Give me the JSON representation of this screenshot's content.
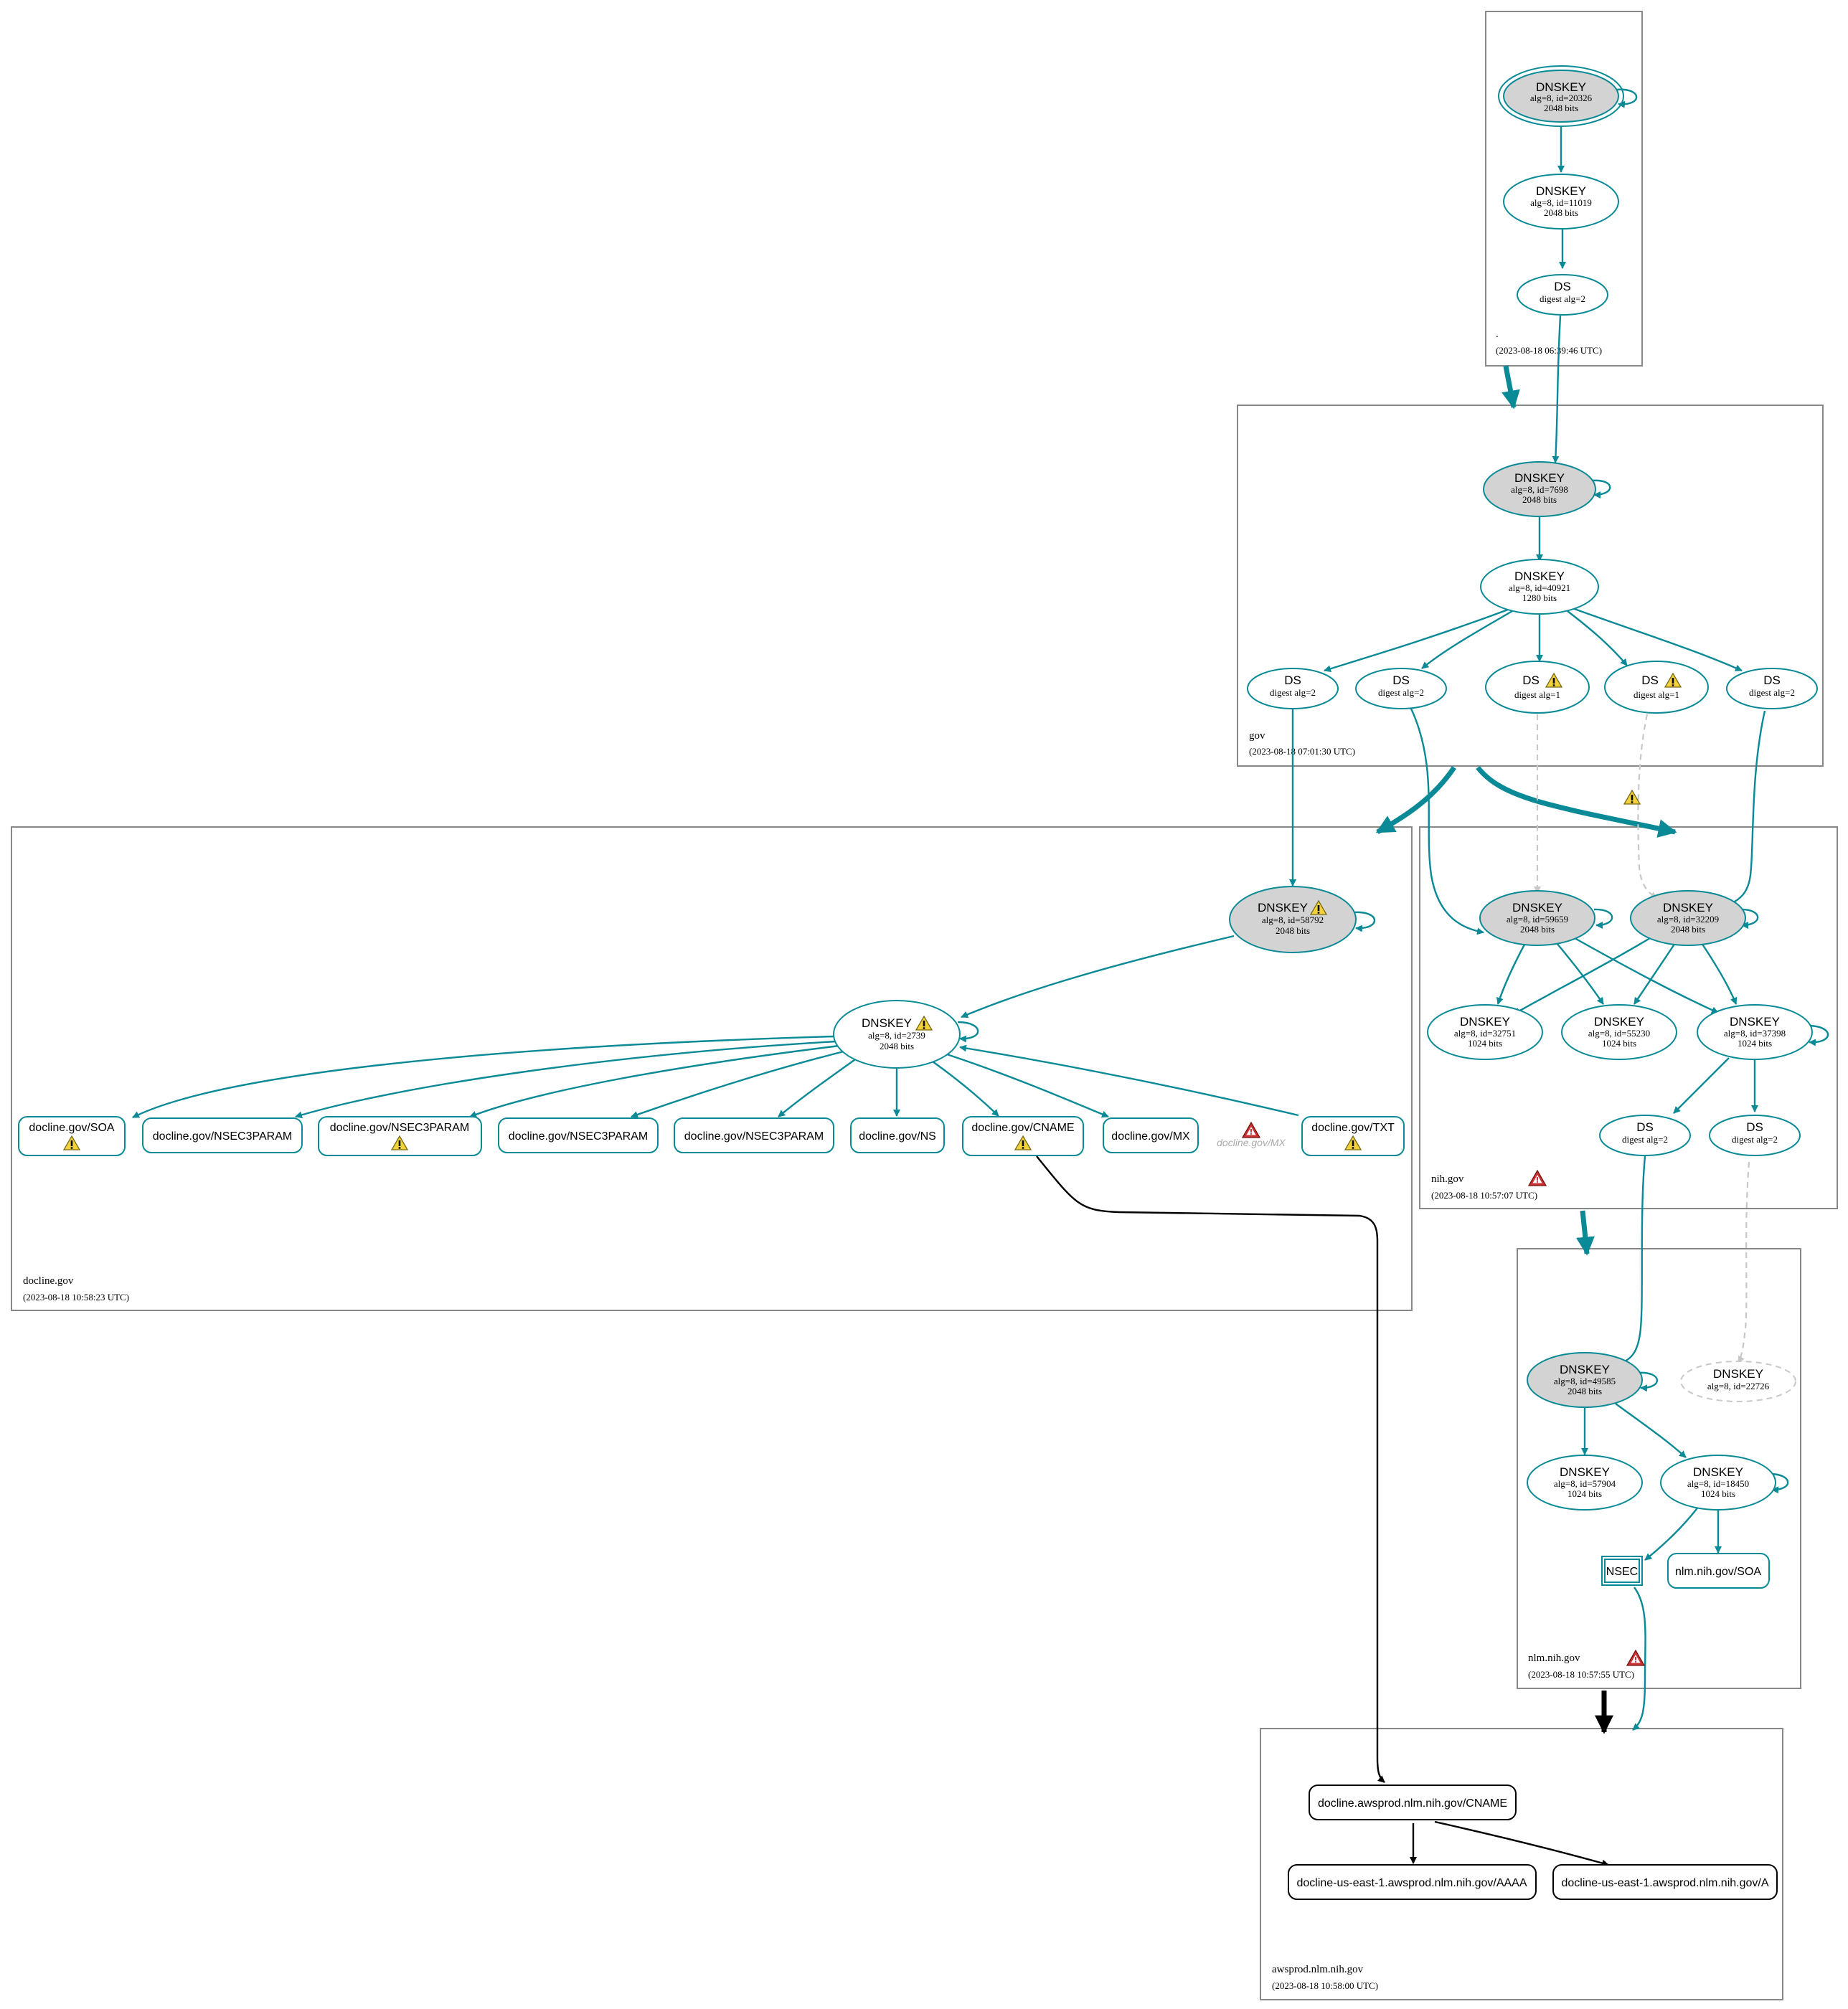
{
  "colors": {
    "teal": "#0a8a96",
    "ksk_fill": "#d3d3d3",
    "zone_border": "#888888",
    "warning_yellow": "#f2d23c",
    "error_red": "#c83232",
    "dashed_gray": "#c8c8c8"
  },
  "zones": {
    "root": {
      "name": ".",
      "time": "(2023-08-18 06:39:46 UTC)"
    },
    "gov": {
      "name": "gov",
      "time": "(2023-08-18 07:01:30 UTC)"
    },
    "docline": {
      "name": "docline.gov",
      "time": "(2023-08-18 10:58:23 UTC)"
    },
    "nih": {
      "name": "nih.gov",
      "time": "(2023-08-18 10:57:07 UTC)"
    },
    "nlm": {
      "name": "nlm.nih.gov",
      "time": "(2023-08-18 10:57:55 UTC)"
    },
    "awsprod": {
      "name": "awsprod.nlm.nih.gov",
      "time": "(2023-08-18 10:58:00 UTC)"
    }
  },
  "nodes": {
    "root_ksk": {
      "title": "DNSKEY",
      "line1": "alg=8, id=20326",
      "line2": "2048 bits"
    },
    "root_zsk": {
      "title": "DNSKEY",
      "line1": "alg=8, id=11019",
      "line2": "2048 bits"
    },
    "root_ds": {
      "title": "DS",
      "line1": "digest alg=2"
    },
    "gov_ksk": {
      "title": "DNSKEY",
      "line1": "alg=8, id=7698",
      "line2": "2048 bits"
    },
    "gov_zsk": {
      "title": "DNSKEY",
      "line1": "alg=8, id=40921",
      "line2": "1280 bits"
    },
    "gov_ds1": {
      "title": "DS",
      "line1": "digest alg=2"
    },
    "gov_ds2": {
      "title": "DS",
      "line1": "digest alg=2"
    },
    "gov_ds3": {
      "title": "DS",
      "line1": "digest alg=1"
    },
    "gov_ds4": {
      "title": "DS",
      "line1": "digest alg=1"
    },
    "gov_ds5": {
      "title": "DS",
      "line1": "digest alg=2"
    },
    "doc_ksk": {
      "title": "DNSKEY",
      "line1": "alg=8, id=58792",
      "line2": "2048 bits"
    },
    "doc_zsk": {
      "title": "DNSKEY",
      "line1": "alg=8, id=2739",
      "line2": "2048 bits"
    },
    "nih_ksk1": {
      "title": "DNSKEY",
      "line1": "alg=8, id=59659",
      "line2": "2048 bits"
    },
    "nih_ksk2": {
      "title": "DNSKEY",
      "line1": "alg=8, id=32209",
      "line2": "2048 bits"
    },
    "nih_zsk1": {
      "title": "DNSKEY",
      "line1": "alg=8, id=32751",
      "line2": "1024 bits"
    },
    "nih_zsk2": {
      "title": "DNSKEY",
      "line1": "alg=8, id=55230",
      "line2": "1024 bits"
    },
    "nih_zsk3": {
      "title": "DNSKEY",
      "line1": "alg=8, id=37398",
      "line2": "1024 bits"
    },
    "nih_ds1": {
      "title": "DS",
      "line1": "digest alg=2"
    },
    "nih_ds2": {
      "title": "DS",
      "line1": "digest alg=2"
    },
    "nlm_ksk": {
      "title": "DNSKEY",
      "line1": "alg=8, id=49585",
      "line2": "2048 bits"
    },
    "nlm_missing": {
      "title": "DNSKEY",
      "line1": "alg=8, id=22726"
    },
    "nlm_zsk1": {
      "title": "DNSKEY",
      "line1": "alg=8, id=57904",
      "line2": "1024 bits"
    },
    "nlm_zsk2": {
      "title": "DNSKEY",
      "line1": "alg=8, id=18450",
      "line2": "1024 bits"
    }
  },
  "rrsets": {
    "doc_soa": "docline.gov/SOA",
    "doc_n3p1": "docline.gov/NSEC3PARAM",
    "doc_n3p2": "docline.gov/NSEC3PARAM",
    "doc_n3p3": "docline.gov/NSEC3PARAM",
    "doc_n3p4": "docline.gov/NSEC3PARAM",
    "doc_ns": "docline.gov/NS",
    "doc_cname": "docline.gov/CNAME",
    "doc_mx": "docline.gov/MX",
    "doc_mx_missing": "docline.gov/MX",
    "doc_txt": "docline.gov/TXT",
    "nlm_nsec": "NSEC",
    "nlm_soa": "nlm.nih.gov/SOA",
    "aws_cname": "docline.awsprod.nlm.nih.gov/CNAME",
    "aws_aaaa": "docline-us-east-1.awsprod.nlm.nih.gov/AAAA",
    "aws_a": "docline-us-east-1.awsprod.nlm.nih.gov/A"
  }
}
